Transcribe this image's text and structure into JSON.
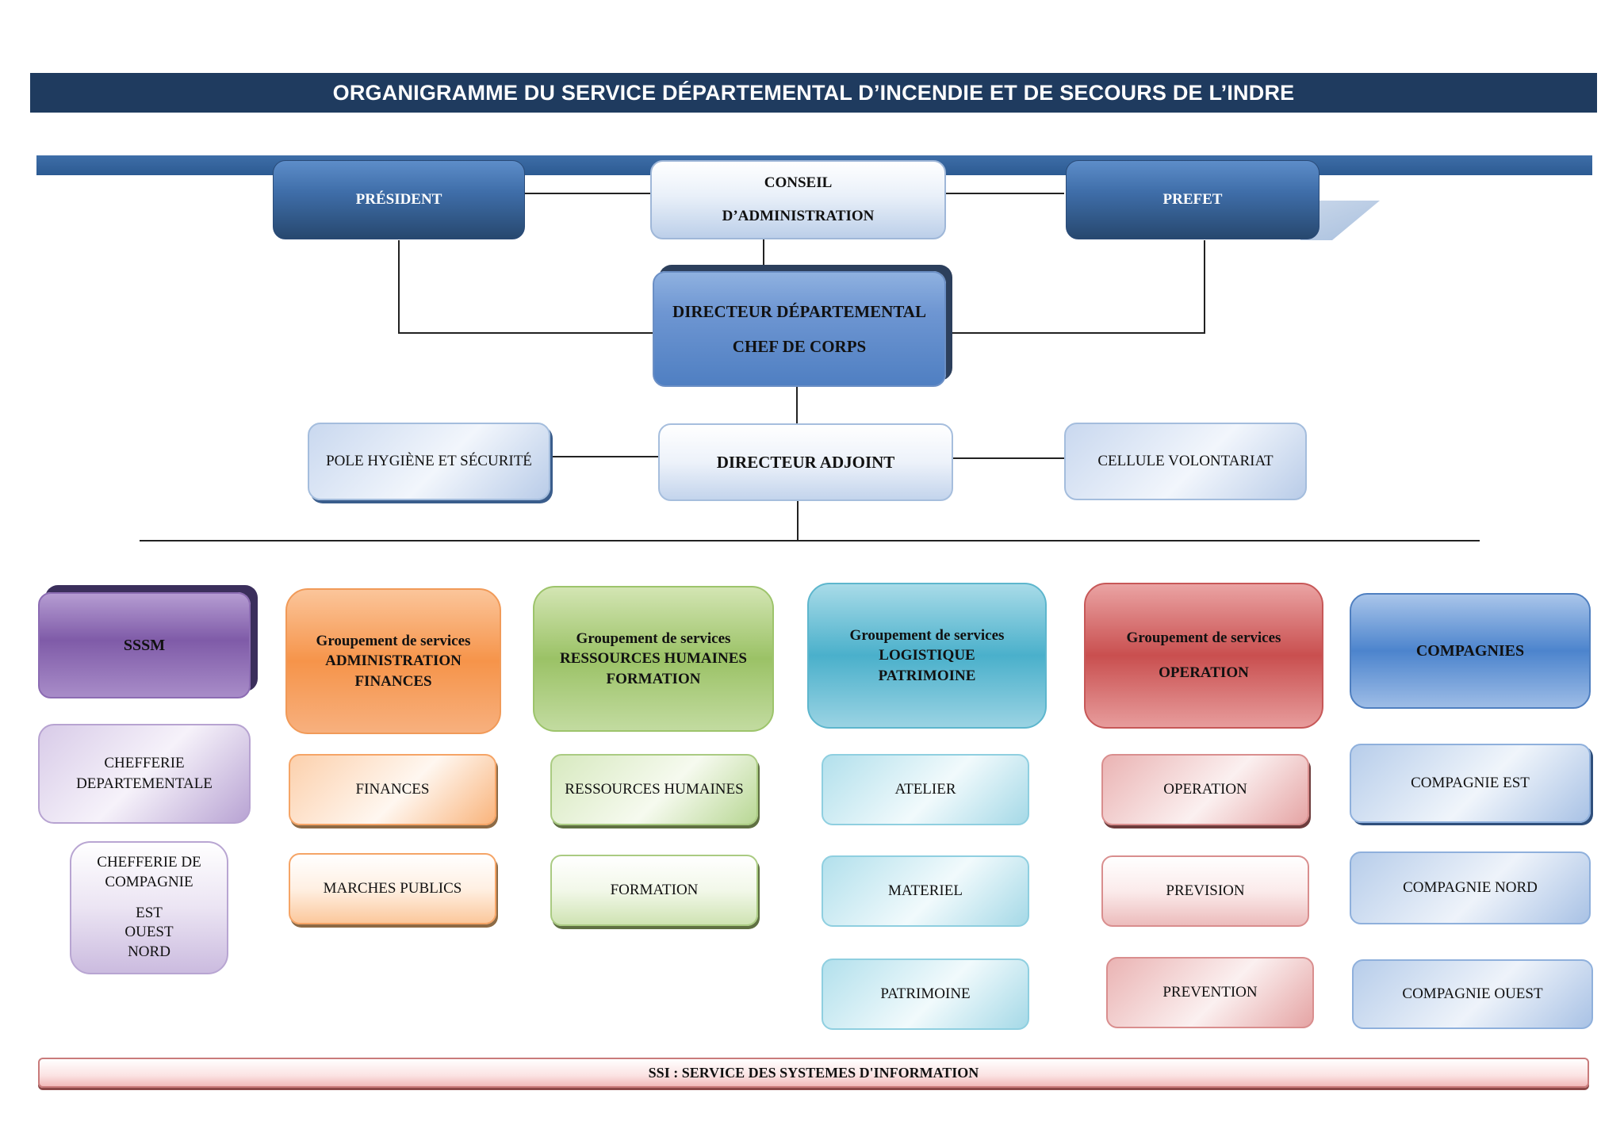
{
  "title": "ORGANIGRAMME DU SERVICE DÉPARTEMENTAL D’INCENDIE ET DE SECOURS DE L’INDRE",
  "top": {
    "president": "PRÉSIDENT",
    "conseil_line1": "CONSEIL",
    "conseil_line2": "D’ADMINISTRATION",
    "prefet": "PREFET"
  },
  "director": {
    "line1": "DIRECTEUR DÉPARTEMENTAL",
    "line2": "CHEF DE CORPS"
  },
  "second_row": {
    "pole": "POLE HYGIÈNE ET SÉCURITÉ",
    "adjoint": "DIRECTEUR ADJOINT",
    "cellule": "CELLULE VOLONTARIAT"
  },
  "groups": {
    "sssm": {
      "header": "SSSM",
      "item1_line1": "CHEFFERIE",
      "item1_line2": "DEPARTEMENTALE",
      "item2_line1": "CHEFFERIE DE",
      "item2_line2": "COMPAGNIE",
      "item2_est": "EST",
      "item2_ouest": "OUEST",
      "item2_nord": "NORD"
    },
    "admin": {
      "header_line1": "Groupement de services",
      "header_line2": "ADMINISTRATION",
      "header_line3": "FINANCES",
      "items": [
        "FINANCES",
        "MARCHES PUBLICS"
      ]
    },
    "rh": {
      "header_line1": "Groupement de services",
      "header_line2": "RESSOURCES HUMAINES",
      "header_line3": "FORMATION",
      "items": [
        "RESSOURCES HUMAINES",
        "FORMATION"
      ]
    },
    "logistique": {
      "header_line1": "Groupement de services",
      "header_line2": "LOGISTIQUE",
      "header_line3": "PATRIMOINE",
      "items": [
        "ATELIER",
        "MATERIEL",
        "PATRIMOINE"
      ]
    },
    "operation": {
      "header_line1": "Groupement de services",
      "header_line2": "OPERATION",
      "items": [
        "OPERATION",
        "PREVISION",
        "PREVENTION"
      ]
    },
    "compagnies": {
      "header": "COMPAGNIES",
      "items": [
        "COMPAGNIE EST",
        "COMPAGNIE NORD",
        "COMPAGNIE OUEST"
      ]
    }
  },
  "footer": "SSI : SERVICE DES SYSTEMES D'INFORMATION",
  "colors": {
    "title_bar": "#1f3b5f",
    "dark_blue": "#3f6ea9",
    "purple": "#7f5ba8",
    "orange": "#f6944a",
    "green": "#9bc266",
    "cyan": "#4ab0cb",
    "red": "#c94f4f",
    "blue": "#4c84cd"
  }
}
